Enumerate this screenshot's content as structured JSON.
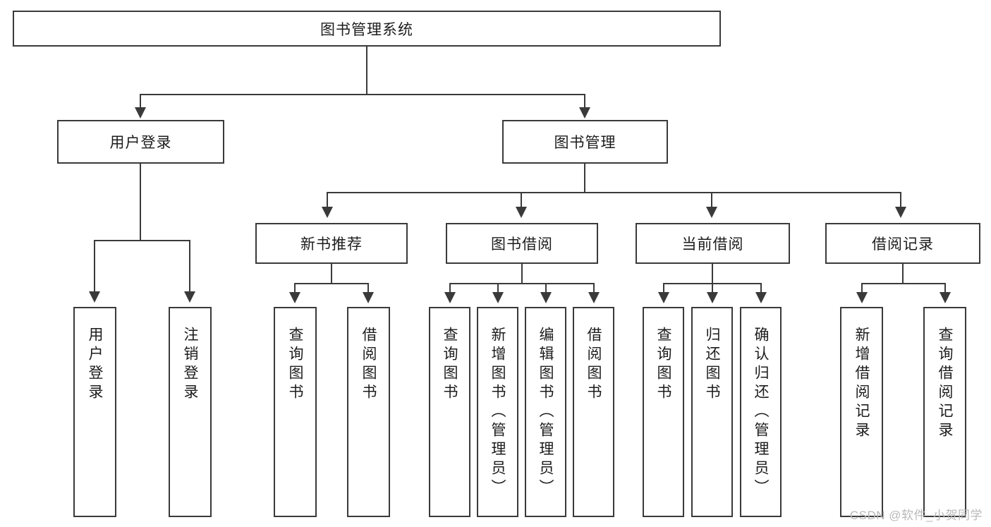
{
  "diagram": {
    "title": "图书管理系统",
    "watermark": "CSDN @软件_小贺同学",
    "root": {
      "label": "图书管理系统"
    },
    "level2": [
      {
        "label": "用户登录"
      },
      {
        "label": "图书管理"
      }
    ],
    "level3": [
      {
        "label": "新书推荐"
      },
      {
        "label": "图书借阅"
      },
      {
        "label": "当前借阅"
      },
      {
        "label": "借阅记录"
      }
    ],
    "leaves": {
      "user_login": [
        {
          "label": "用户登录"
        },
        {
          "label": "注销登录"
        }
      ],
      "new_book_recommend": [
        {
          "label": "查询图书"
        },
        {
          "label": "借阅图书"
        }
      ],
      "book_borrow": [
        {
          "label": "查询图书"
        },
        {
          "label": "新增图书（管理员）"
        },
        {
          "label": "编辑图书（管理员）"
        },
        {
          "label": "借阅图书"
        }
      ],
      "current_borrow": [
        {
          "label": "查询图书"
        },
        {
          "label": "归还图书"
        },
        {
          "label": "确认归还（管理员）"
        }
      ],
      "borrow_record": [
        {
          "label": "新增借阅记录"
        },
        {
          "label": "查询借阅记录"
        }
      ]
    }
  },
  "colors": {
    "stroke": "#3a3a3a",
    "text": "#1c1c1c",
    "background": "#ffffff",
    "watermark": "#b9b9b9"
  }
}
